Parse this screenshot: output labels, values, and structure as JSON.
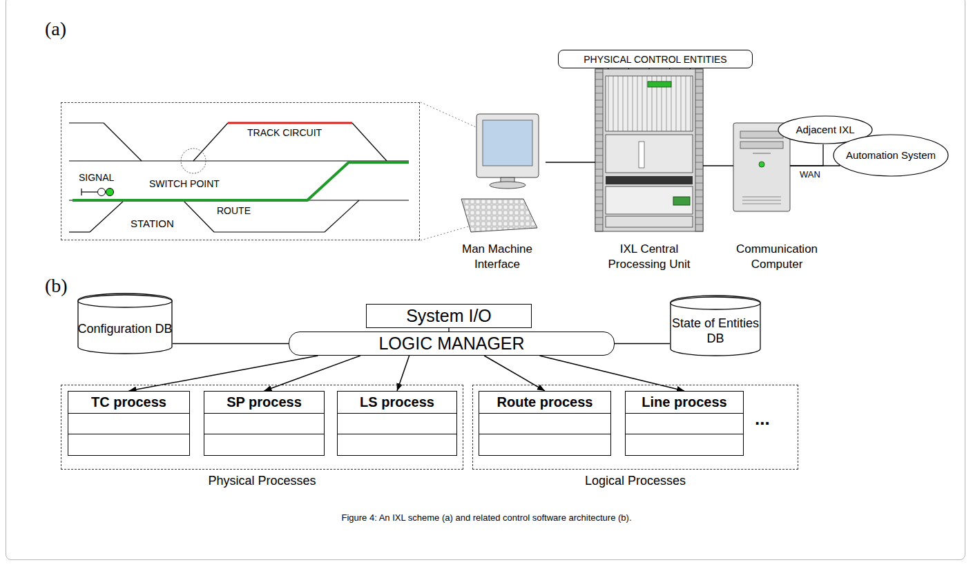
{
  "diagram": {
    "caption": "Figure 4: An IXL scheme (a) and related control software architecture (b).",
    "nodes": [
      {
        "text": [
          "STATION"
        ]
      },
      {
        "text": [
          "PHYSICAL CONTROL ENTITIES"
        ]
      },
      {
        "text": [
          "Man Machine Interface"
        ]
      },
      {
        "text": [
          "IXL Central Processing Unit"
        ]
      },
      {
        "text": [
          "Communication Computer"
        ]
      },
      {
        "text": [
          "Adjacent IXL"
        ]
      },
      {
        "text": [
          "Automation System"
        ]
      },
      {
        "text": [
          "System I/O"
        ]
      },
      {
        "text": [
          "Configuration DB"
        ]
      },
      {
        "text": [
          "LOGIC MANAGER"
        ]
      },
      {
        "text": [
          "State of Entities DB"
        ]
      },
      {
        "text": [
          "Physical Processes"
        ]
      },
      {
        "text": [
          "TC process"
        ],
        "in": 11
      },
      {
        "text": [
          "SP process"
        ],
        "in": 11
      },
      {
        "text": [
          "LS process"
        ],
        "in": 11
      },
      {
        "text": [
          "Logical Processes"
        ]
      },
      {
        "text": [
          "Route process"
        ],
        "in": 15
      },
      {
        "text": [
          "Line process"
        ],
        "in": 15
      }
    ],
    "edges": [
      {
        "from": 2,
        "to": 3,
        "arrow": "none"
      },
      {
        "from": 3,
        "to": 4,
        "arrow": "none"
      },
      {
        "from": 4,
        "to": 5,
        "arrow": "none"
      },
      {
        "from": 4,
        "to": 6,
        "arrow": "none"
      },
      {
        "from": 1,
        "to": 3,
        "arrow": "none"
      },
      {
        "from": 7,
        "to": 9,
        "arrow": "none"
      },
      {
        "from": 8,
        "to": 9,
        "arrow": "none"
      },
      {
        "from": 9,
        "to": 10,
        "arrow": "none"
      },
      {
        "from": 9,
        "to": 12,
        "arrow": "to"
      },
      {
        "from": 9,
        "to": 13,
        "arrow": "to"
      },
      {
        "from": 9,
        "to": 14,
        "arrow": "to"
      },
      {
        "from": 9,
        "to": 16,
        "arrow": "to"
      },
      {
        "from": 9,
        "to": 17,
        "arrow": "to"
      }
    ],
    "labels": [
      "(a)",
      "TRACK CIRCUIT",
      "SIGNAL",
      "SWITCH POINT",
      "ROUTE",
      "WAN",
      "(b)",
      "..."
    ]
  }
}
